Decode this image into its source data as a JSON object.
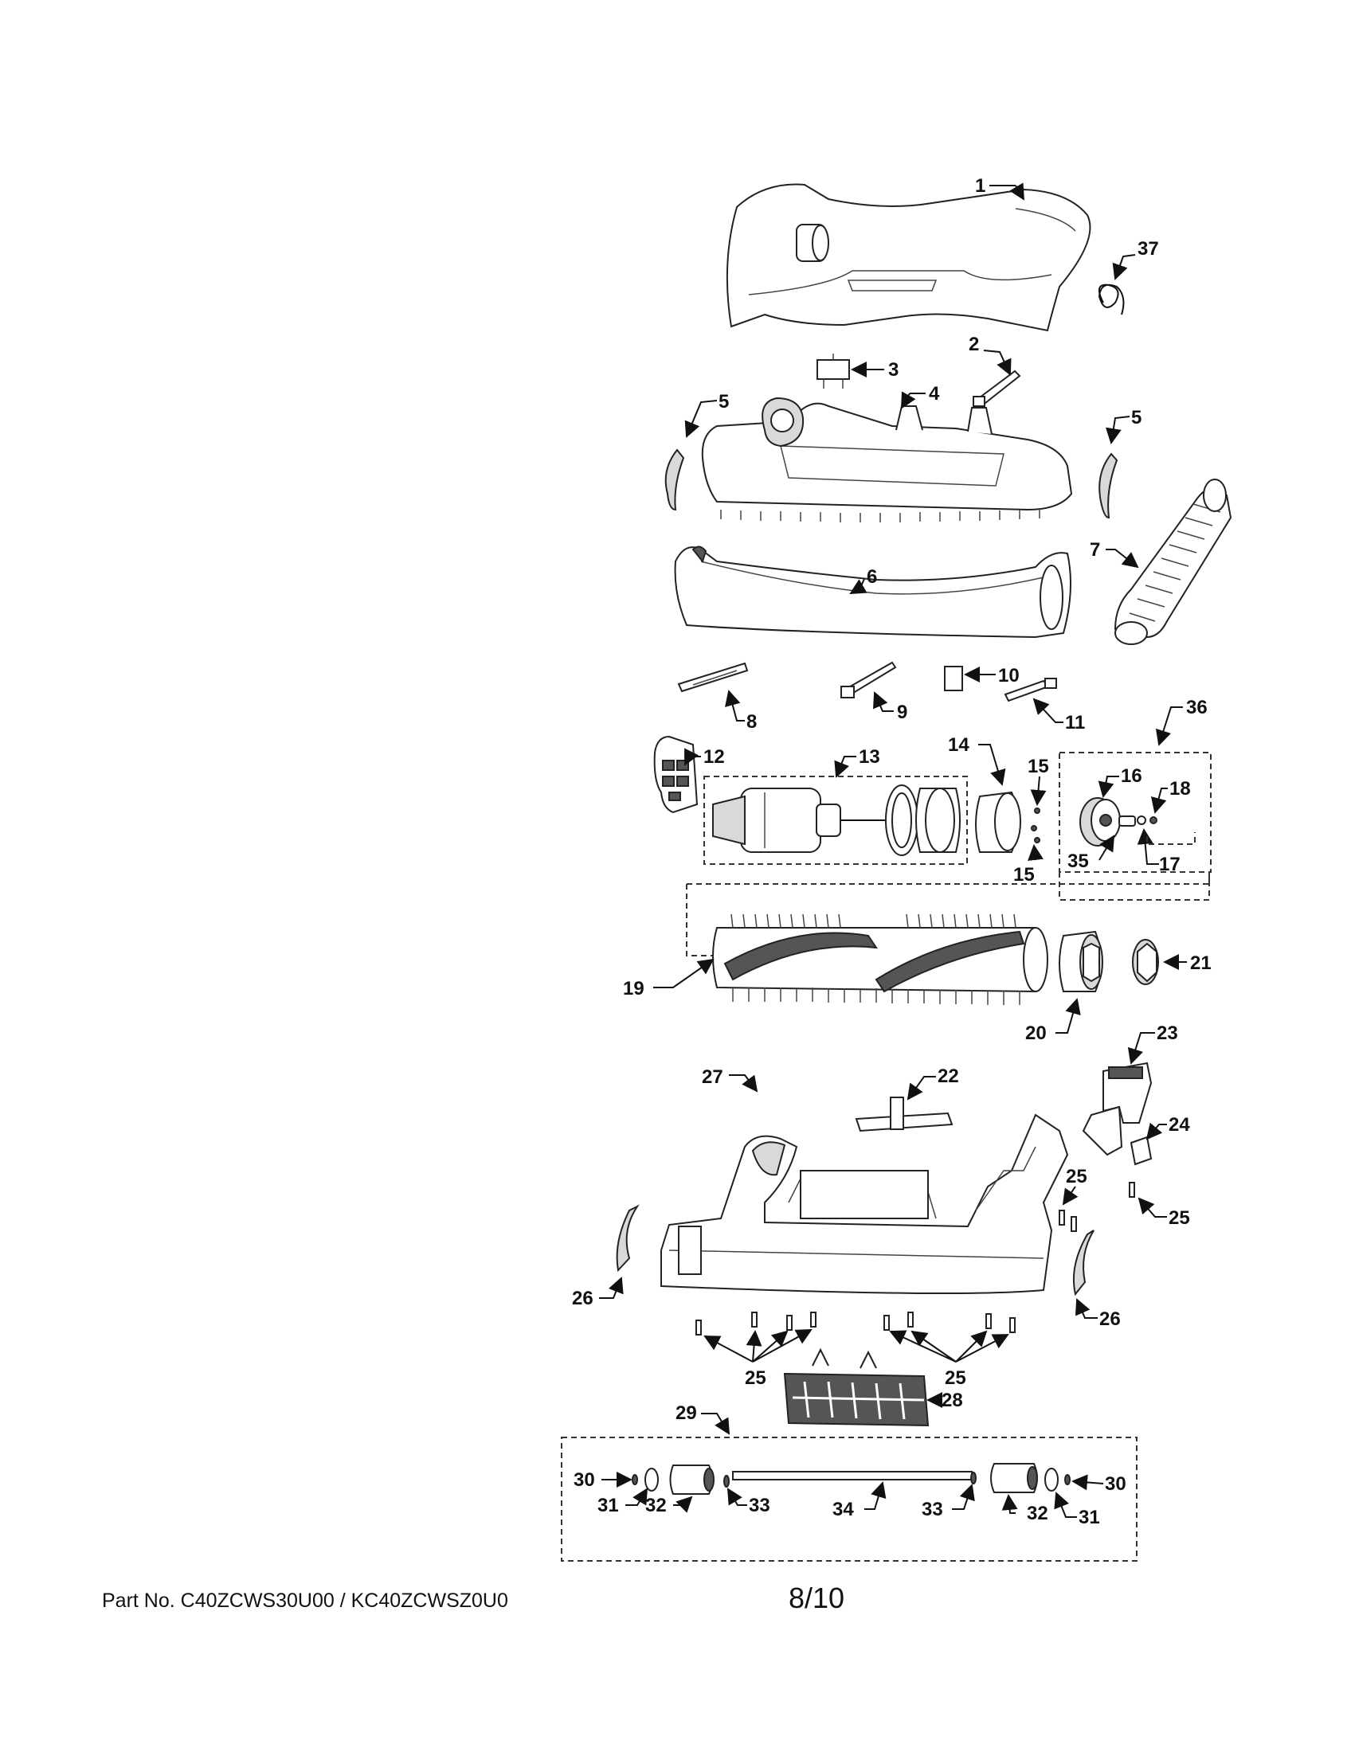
{
  "callouts": [
    "1",
    "2",
    "3",
    "4",
    "5",
    "5",
    "6",
    "7",
    "8",
    "9",
    "10",
    "11",
    "12",
    "13",
    "14",
    "15",
    "15",
    "16",
    "17",
    "18",
    "19",
    "20",
    "21",
    "22",
    "23",
    "24",
    "25",
    "25",
    "25",
    "25",
    "26",
    "26",
    "27",
    "28",
    "29",
    "30",
    "30",
    "31",
    "31",
    "32",
    "32",
    "33",
    "33",
    "34",
    "35",
    "36",
    "37"
  ],
  "footer": {
    "part_no": "Part No. C40ZCWS30U00 / KC40ZCWSZ0U0",
    "page": "8/10"
  }
}
